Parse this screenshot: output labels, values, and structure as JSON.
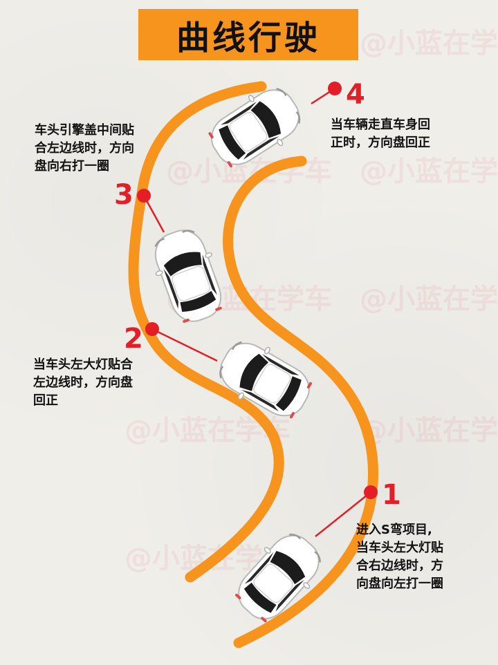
{
  "title": "曲线行驶",
  "watermark": "@小蓝在学车",
  "steps": [
    {
      "number": "1",
      "text_lines": [
        "进入S弯项目,",
        "当车头左大灯贴",
        "合右边线时，方",
        "向盘向左打一圈"
      ]
    },
    {
      "number": "2",
      "text_lines": [
        "当车头左大灯贴合",
        "左边线时，方向盘",
        "回正"
      ]
    },
    {
      "number": "3",
      "text_lines": [
        "车头引擎盖中间贴",
        "合左边线时，方向",
        "盘向右打一圈"
      ]
    },
    {
      "number": "4",
      "text_lines": [
        "当车辆走直车身回",
        "正时，方向盘回正"
      ]
    }
  ],
  "colors": {
    "title_bg": "#f7941d",
    "road_line": "#f7941d",
    "marker": "#e41e26",
    "background": "#efeee9"
  }
}
